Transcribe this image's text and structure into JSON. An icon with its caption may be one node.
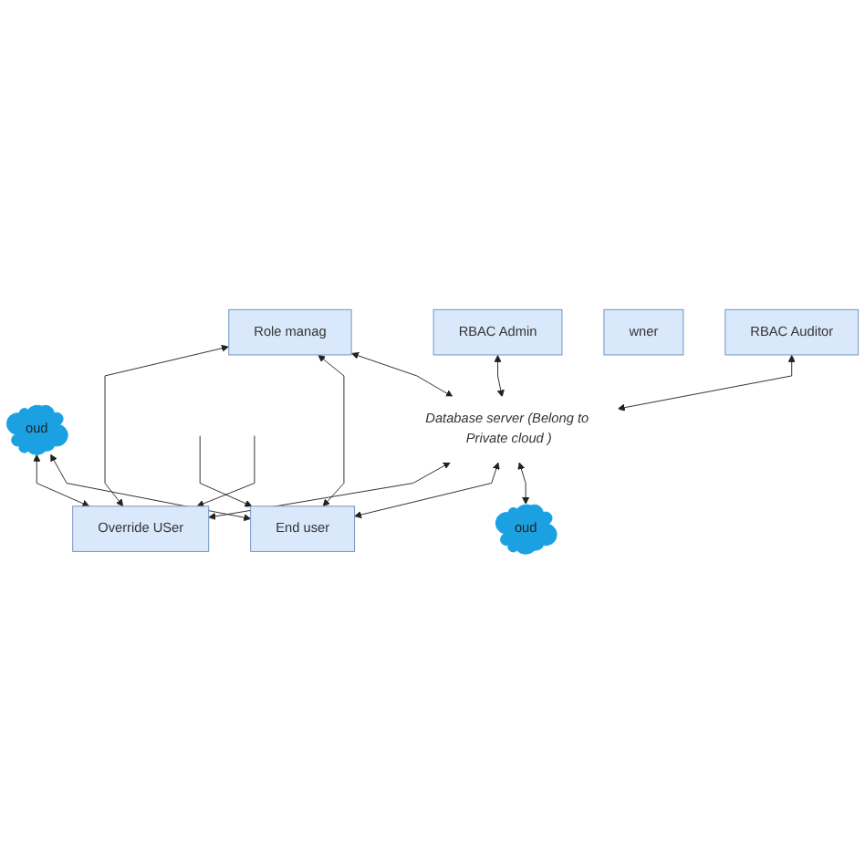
{
  "diagram": {
    "nodes": [
      {
        "text": [
          "RBAC Admin"
        ]
      },
      {
        "text": [
          "RBAC Auditor"
        ]
      },
      {
        "text": [
          "wner"
        ]
      },
      {
        "text": [
          "Role manag"
        ]
      },
      {
        "text": [
          "oud"
        ]
      },
      {
        "text": [
          "Database server (Belong to Private cloud )"
        ]
      },
      {
        "text": [
          "End user"
        ]
      },
      {
        "text": [
          "oud"
        ]
      },
      {
        "text": [
          "Override USer"
        ]
      }
    ],
    "edges": [
      {
        "from": 1,
        "to": 5,
        "arrow": "both"
      },
      {
        "from": 0,
        "to": 5,
        "arrow": "both"
      },
      {
        "from": 3,
        "to": 5,
        "arrow": "both"
      },
      {
        "from": 4,
        "to": 6,
        "arrow": "both"
      },
      {
        "from": 4,
        "to": 8,
        "arrow": "both"
      },
      {
        "from": 5,
        "to": 7,
        "arrow": "both"
      },
      {
        "from": 5,
        "to": 6,
        "arrow": "both"
      },
      {
        "from": 5,
        "to": 8,
        "arrow": "both"
      },
      {
        "from": 3,
        "to": 6,
        "arrow": "both"
      },
      {
        "from": 3,
        "to": 8,
        "arrow": "both"
      },
      {
        "from": null,
        "to": 6,
        "arrow": "to"
      },
      {
        "from": null,
        "to": 8,
        "arrow": "to"
      }
    ]
  }
}
